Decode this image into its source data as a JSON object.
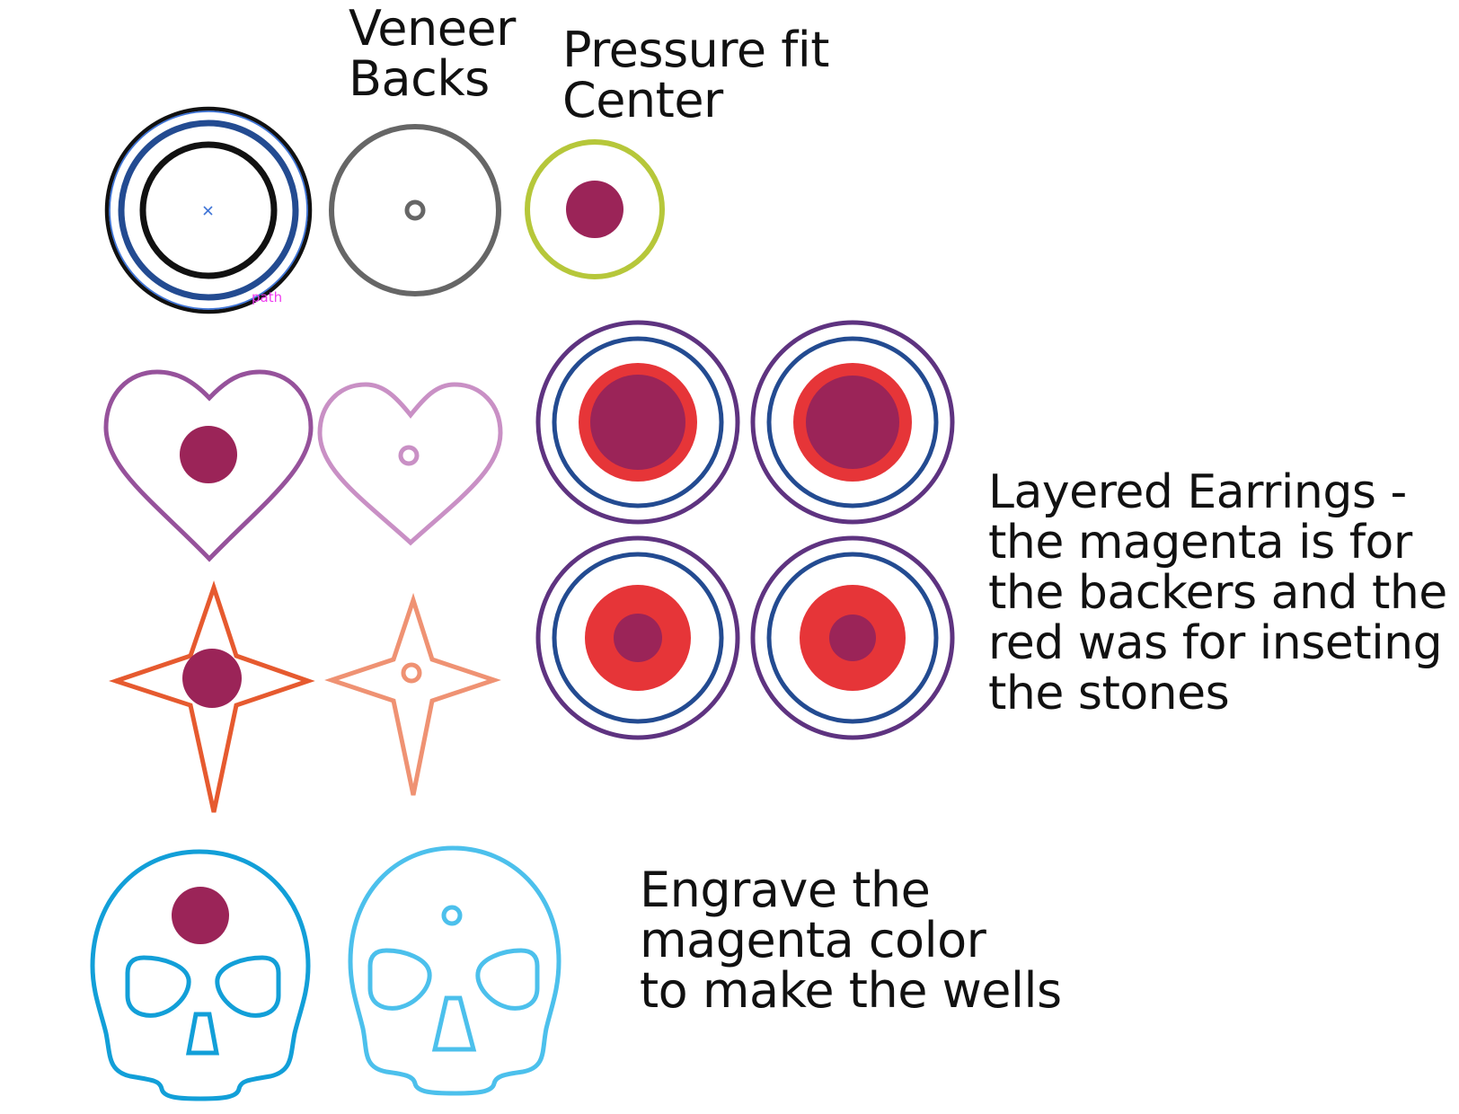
{
  "labels": {
    "veneer_backs": [
      "Veneer",
      "Backs"
    ],
    "pressure_fit": [
      "Pressure fit",
      "Center"
    ],
    "layered": [
      "Layered Earrings -",
      "the magenta is for",
      "the backers and the",
      "red was for inseting",
      "the stones"
    ],
    "engrave": [
      "Engrave the",
      "magenta color",
      "to make the wells"
    ]
  },
  "path_tag": "path",
  "colors": {
    "magenta": "#9b2458",
    "black": "#111111",
    "navy": "#234b91",
    "gray": "#666666",
    "lime": "#b6c73a",
    "purple_dark": "#96529b",
    "purple_light": "#c990c5",
    "orange_dark": "#e65a2f",
    "orange_light": "#ef9273",
    "violet": "#5e3380",
    "red": "#e63538",
    "blue_dark": "#129fd8",
    "blue_light": "#4cc0ec",
    "selection": "#3f74d6",
    "tag": "#ef3cef"
  }
}
